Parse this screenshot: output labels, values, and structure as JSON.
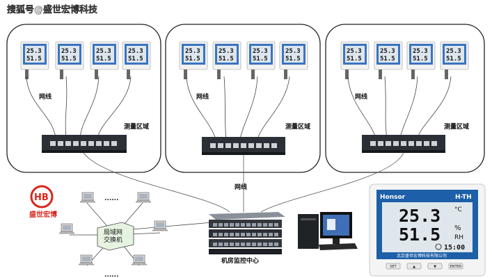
{
  "watermark": "搜狐号@盛世宏博科技",
  "zones": [
    {
      "cable_label": "网线",
      "area_label": "测量区域"
    },
    {
      "cable_label": "网线",
      "area_label": "测量区域"
    },
    {
      "cable_label": "网线",
      "area_label": "测量区域"
    }
  ],
  "uplink_label": "网线",
  "lan_switch_label": [
    "局域网",
    "交换机"
  ],
  "dots": "......",
  "logo_text": "盛世宏博",
  "logo_mark": "HB",
  "control_center_label": "机房监控中心",
  "device": {
    "brand": "Honsor",
    "model": "H-TH",
    "temperature": "25.3",
    "temp_unit": "°C",
    "humidity": "51.5",
    "humidity_unit": "%",
    "humidity_unit2": "RH",
    "time": "15:00",
    "company": "北京盛世宏博科技有限公司",
    "buttons": [
      "SET",
      "▲",
      "▼",
      "ENTER"
    ]
  },
  "mini_display": {
    "t": "25.3",
    "h": "51.5"
  },
  "colors": {
    "zone_border": "#222222",
    "switch": "#2b2f36",
    "device_blue": "#1d5fa8",
    "logo_red": "#d7261b"
  }
}
